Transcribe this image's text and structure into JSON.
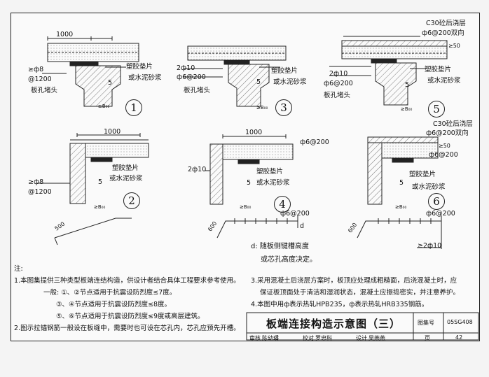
{
  "drawing": {
    "d1": {
      "num": "1",
      "dim": "1000",
      "rebar_l1": "≥ф8",
      "rebar_l2": "@1200",
      "pad": "塑胶垫片",
      "mortar": "或水泥砂浆",
      "plug": "板孔堵头",
      "five": "5",
      "b": "≥B₀₀"
    },
    "d2": {
      "num": "2",
      "dim": "1000",
      "rebar_l1": "≥ф8",
      "rebar_l2": "@1200",
      "pad": "塑胶垫片",
      "mortar": "或水泥砂浆",
      "five": "5",
      "b": "≥B₀₀",
      "len500": "500"
    },
    "d3": {
      "num": "3",
      "rebar_l1": "2ф10",
      "rebar_l2": "ф6@200",
      "pad": "塑胶垫片",
      "mortar": "或水泥砂浆",
      "plug": "板孔堵头",
      "five": "5",
      "b": "≥B₀₀"
    },
    "d4": {
      "num": "4",
      "dim": "1000",
      "r1": "ф6@200",
      "r2": "2ф10",
      "pad": "塑胶垫片",
      "mortar": "或水泥砂浆",
      "five": "5",
      "b": "≥B₀₀",
      "len600": "600",
      "r3": "ф6@200",
      "d_label": "d"
    },
    "d5": {
      "num": "5",
      "conc_l1": "C30砼后浇层",
      "conc_l2": "ф6@200双向",
      "ge50": "≥50",
      "rebar_l1": "2ф10",
      "rebar_l2": "ф6@200",
      "pad": "塑胶垫片",
      "mortar": "或水泥砂浆",
      "plug": "板孔堵头",
      "five": "5",
      "b": "≥B₀₀"
    },
    "d6": {
      "num": "6",
      "conc_l1": "C30砼后浇层",
      "conc_l2": "ф6@200双向",
      "ge50": "≥50",
      "r1": "ф6@200",
      "pad": "塑胶垫片",
      "mortar": "或水泥砂浆",
      "five": "5",
      "b": "≥B₀₀",
      "len600": "600",
      "r2": "ф6@200",
      "r3": "≥2ф10"
    },
    "d_note_l1": "d: 随板侧键槽高度",
    "d_note_l2": "或芯孔高度决定。"
  },
  "notes": {
    "heading": "注:",
    "n1": "1.本图集提供三种类型板端连结构造，供设计者结合具体工程要求参考使用。",
    "n1a": "一般: ①、②节点适用于抗震设防烈度≤7度。",
    "n1b": "③、④节点适用于抗震设防烈度≤8度。",
    "n1c": "⑤、⑥节点适用于抗震设防烈度≤9度或高层建筑。",
    "n2": "2.图示拉锚钢筋一般设在板缝中，需要时也可设在芯孔内，芯孔应预先开槽。",
    "n3a": "3.采用混凝土后浇层方案时，板顶应处理成粗糙面，后浇混凝土时，应",
    "n3b": "保证板顶面处于清洁和湿润状态，混凝土应振捣密实，并注意养护。",
    "n4": "4.本图中用ф表示热轧HPB235，ф表示热轧HRB335钢筋。"
  },
  "title_block": {
    "title": "板端连接构造示意图（三）",
    "atlas_label": "图集号",
    "atlas_no": "05SG408",
    "page_label": "页",
    "page_no": "42",
    "review": "审核",
    "reviewer": "陈幼璠",
    "check": "校对",
    "checker": "罗忠科",
    "design": "设计",
    "designer": "吴燕燕"
  }
}
